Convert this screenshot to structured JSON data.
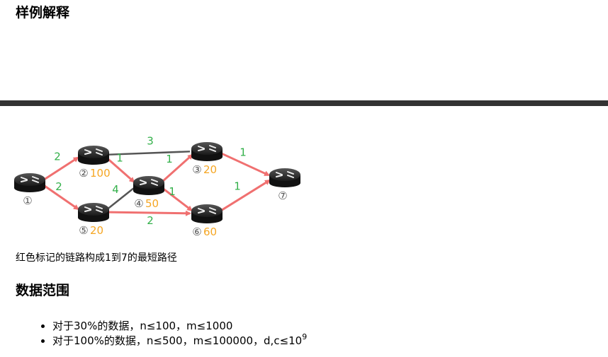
{
  "sample_explanation": {
    "title": "样例解释"
  },
  "figure": {
    "nodes": [
      {
        "id": 1,
        "label": "①",
        "weight": ""
      },
      {
        "id": 2,
        "label": "②",
        "weight": "100"
      },
      {
        "id": 3,
        "label": "③",
        "weight": "20"
      },
      {
        "id": 4,
        "label": "④",
        "weight": "50"
      },
      {
        "id": 5,
        "label": "⑤",
        "weight": "20"
      },
      {
        "id": 6,
        "label": "⑥",
        "weight": "60"
      },
      {
        "id": 7,
        "label": "⑦",
        "weight": ""
      }
    ],
    "edges": [
      {
        "from": 1,
        "to": 2,
        "cost": "2",
        "shortest": true
      },
      {
        "from": 1,
        "to": 5,
        "cost": "2",
        "shortest": true
      },
      {
        "from": 2,
        "to": 3,
        "cost": "3",
        "shortest": false
      },
      {
        "from": 2,
        "to": 4,
        "cost": "1",
        "shortest": true
      },
      {
        "from": 5,
        "to": 4,
        "cost": "4",
        "shortest": false
      },
      {
        "from": 5,
        "to": 6,
        "cost": "2",
        "shortest": true
      },
      {
        "from": 4,
        "to": 3,
        "cost": "1",
        "shortest": true
      },
      {
        "from": 4,
        "to": 6,
        "cost": "1",
        "shortest": true
      },
      {
        "from": 3,
        "to": 7,
        "cost": "1",
        "shortest": true
      },
      {
        "from": 6,
        "to": 7,
        "cost": "1",
        "shortest": true
      }
    ],
    "colors": {
      "shortest_edge": "#f07070",
      "other_edge": "#555555",
      "cost_label": "#33b04a",
      "weight_label": "#f5a623"
    },
    "caption": "红色标记的链路构成1到7的最短路径"
  },
  "data_range": {
    "title": "数据范围",
    "items": [
      {
        "text": "对于30%的数据，n≤100，m≤1000",
        "sup": ""
      },
      {
        "text": "对于100%的数据，n≤500，m≤100000，d,c≤10",
        "sup": "9"
      }
    ]
  }
}
